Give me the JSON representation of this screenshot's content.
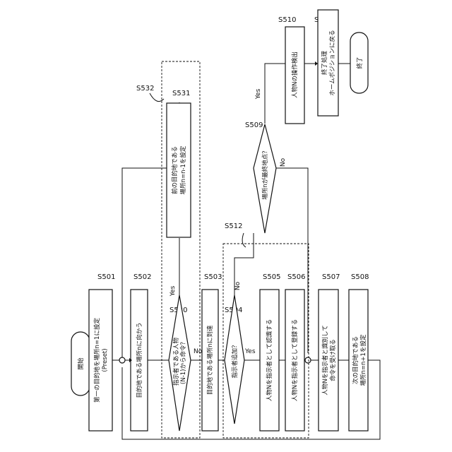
{
  "nodes": {
    "start": "開始",
    "s501": {
      "label": "S501",
      "line1": "第一の目的地を場所n=1に設定",
      "line2": "(Preset)"
    },
    "s502": {
      "label": "S502",
      "line1": "目的地である場所nに向かう"
    },
    "s530": {
      "label": "S530",
      "line1": "指示者である人物",
      "line2": "(N-1)から命令？"
    },
    "s531": {
      "label": "S531",
      "line1": "前の目的地である",
      "line2": "場所n=n-1を設定"
    },
    "s532": {
      "label": "S532"
    },
    "s503": {
      "label": "S503",
      "line1": "目的地である場所nに到達"
    },
    "s504": {
      "label": "S504",
      "line1": "指示者追加？"
    },
    "s505": {
      "label": "S505",
      "line1": "人物Nを指示者として認識する"
    },
    "s506": {
      "label": "S506",
      "line1": "人物Nを指示者として登録する"
    },
    "s512": {
      "label": "S512"
    },
    "s509": {
      "label": "S509",
      "line1": "場所nが最終地点？"
    },
    "s510": {
      "label": "S510",
      "line1": "人物Nの操作検出"
    },
    "s511": {
      "label": "S511",
      "line1": "終了処理",
      "line2": "ホームポジションに戻る"
    },
    "end": "終了",
    "s507": {
      "label": "S507",
      "line1": "人物Nを指示者と識別して",
      "line2": "命令を受け取る"
    },
    "s508": {
      "label": "S508",
      "line1": "次の目的地である",
      "line2": "場所n=n+1を設定"
    }
  },
  "edges": {
    "yes": "Yes",
    "no": "No"
  }
}
